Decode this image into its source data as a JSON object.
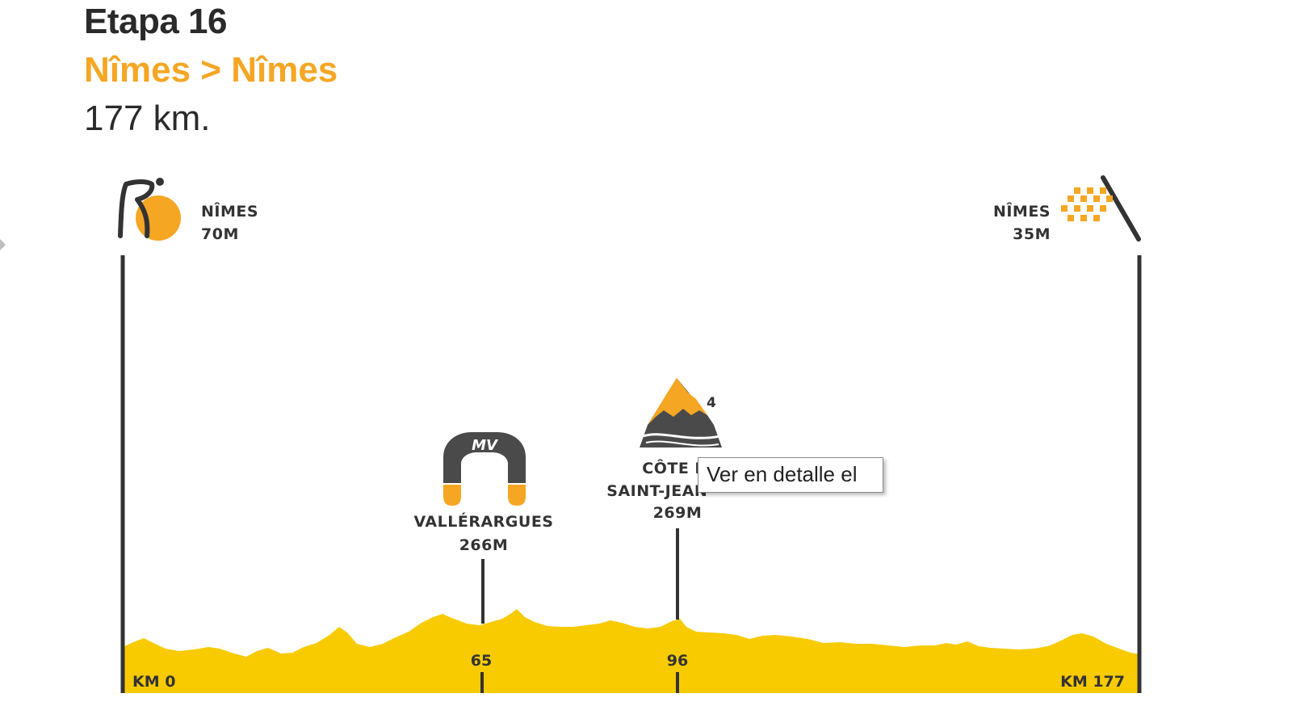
{
  "stage": {
    "title": "Etapa 16",
    "route": "Nîmes > Nîmes",
    "distance": "177 km."
  },
  "start": {
    "name": "NÎMES",
    "altitude": "70M",
    "icon": "cyclist-start-icon"
  },
  "finish": {
    "name": "NÎMES",
    "altitude": "35M",
    "icon": "checkered-flag-icon"
  },
  "sprint": {
    "badge": "MV",
    "name": "VALLÉRARGUES",
    "altitude": "266M",
    "km": "65",
    "icon": "intermediate-sprint-arch-icon"
  },
  "climb": {
    "line1": "CÔTE D",
    "line2": "SAINT-JEAN-",
    "altitude": "269M",
    "km": "96",
    "category": "4",
    "icon": "mountain-climb-icon"
  },
  "km_start": "KM 0",
  "km_end": "KM 177",
  "tooltip": "Ver en detalle el",
  "colors": {
    "accent": "#f5a623",
    "profile": "#f7cb00",
    "dark": "#333333",
    "icon_dark": "#4a4a4a"
  }
}
